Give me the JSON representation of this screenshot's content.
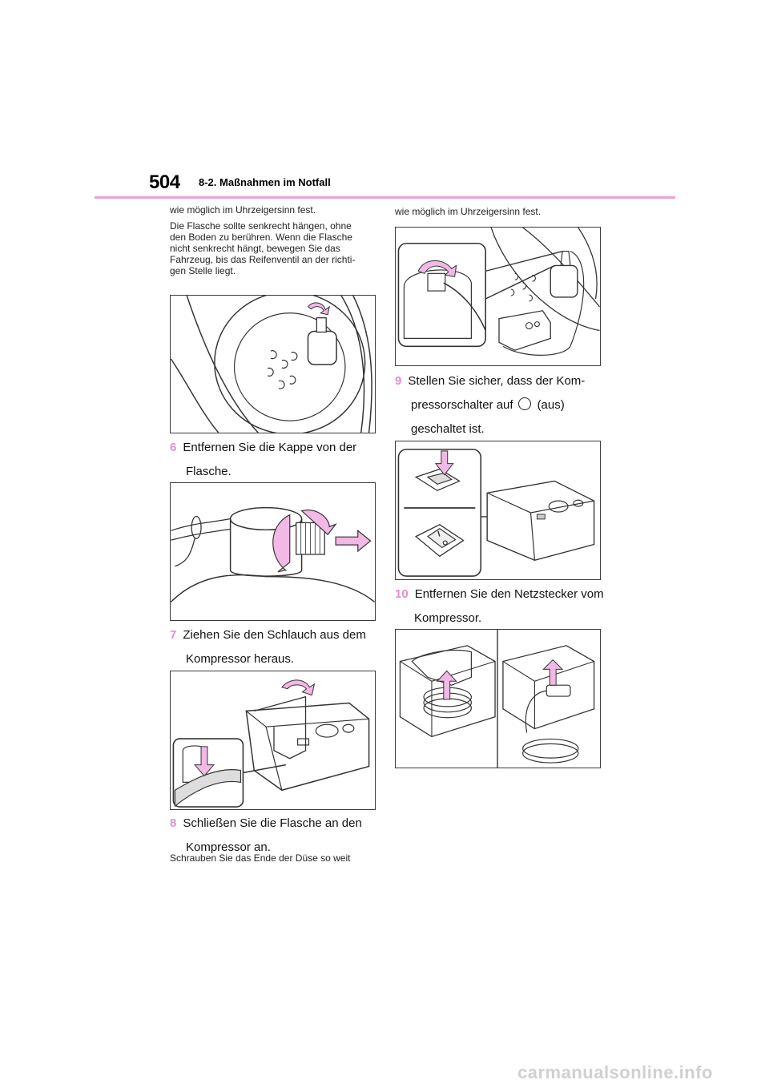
{
  "header": {
    "page_number": "504",
    "section_title": "8-2. Maßnahmen im Notfall"
  },
  "left_column": {
    "intro_line": "wie möglich im Uhrzeigersinn fest.",
    "intro_note": [
      "Die Flasche sollte senkrecht hängen, ohne",
      "den Boden zu berühren. Wenn die Flasche",
      "nicht senkrecht hängt, bewegen Sie das",
      "Fahrzeug, bis das Reifenventil an der richti-",
      "gen Stelle liegt."
    ],
    "step6": {
      "number": "6",
      "line1": "Entfernen Sie die Kappe von der",
      "line2": "Flasche."
    },
    "step7": {
      "number": "7",
      "line1": "Ziehen Sie den Schlauch aus dem",
      "line2": "Kompressor heraus."
    },
    "step8": {
      "number": "8",
      "line1": "Schließen Sie die Flasche an den",
      "line2": "Kompressor an."
    },
    "footer_line": "Schrauben Sie das Ende der Düse so weit"
  },
  "right_column": {
    "intro_line": "wie möglich im Uhrzeigersinn fest.",
    "step9": {
      "number": "9",
      "line1": "Stellen Sie sicher, dass der Kom-",
      "line2_pre": "pressorschalter auf",
      "line2_post": "(aus)",
      "line3": "geschaltet ist."
    },
    "step10": {
      "number": "10",
      "line1": "Entfernen Sie den Netzstecker vom",
      "line2": "Kompressor."
    }
  },
  "icons": {
    "off_symbol": "circle-off-icon"
  },
  "watermark": "carmanualsonline.info",
  "colors": {
    "accent_pink": "#e9a4d9",
    "step_number": "#e28fcc",
    "arrow_fill": "#f2b8e6"
  }
}
